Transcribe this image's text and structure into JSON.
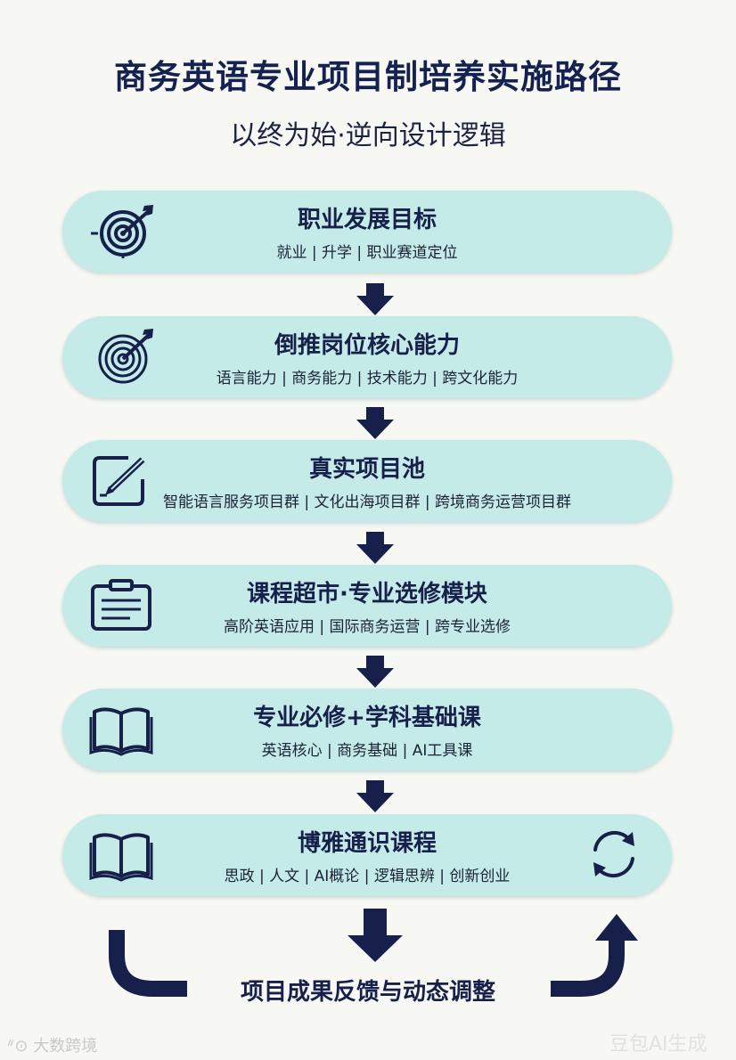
{
  "header": {
    "title": "商务英语专业项目制培养实施路径",
    "subtitle": "以终为始·逆向设计逻辑"
  },
  "steps": [
    {
      "title": "职业发展目标",
      "sub": "就业 | 升学 | 职业赛道定位",
      "icon": "target-icon"
    },
    {
      "title": "倒推岗位核心能力",
      "sub": "语言能力 | 商务能力 | 技术能力 | 跨文化能力",
      "icon": "radar-target-icon"
    },
    {
      "title": "真实项目池",
      "sub": "智能语言服务项目群 | 文化出海项目群 | 跨境商务运营项目群",
      "icon": "edit-icon"
    },
    {
      "title": "课程超市·专业选修模块",
      "sub": "高阶英语应用 | 国际商务运营 | 跨专业选修",
      "icon": "clipboard-icon"
    },
    {
      "title": "专业必修+学科基础课",
      "sub": "英语核心 | 商务基础 | AI工具课",
      "icon": "book-icon"
    },
    {
      "title": "博雅通识课程",
      "sub": "思政 | 人文 | AI概论 | 逻辑思辨 | 创新创业",
      "icon": "book-icon"
    }
  ],
  "feedback": {
    "label": "项目成果反馈与动态调整",
    "cycle_icon": "cycle-icon"
  },
  "watermarks": {
    "left": "大数跨境",
    "right": "豆包AI生成"
  },
  "colors": {
    "pill": "#c5ebe8",
    "navy": "#16204a",
    "background": "#f7f8f4"
  }
}
